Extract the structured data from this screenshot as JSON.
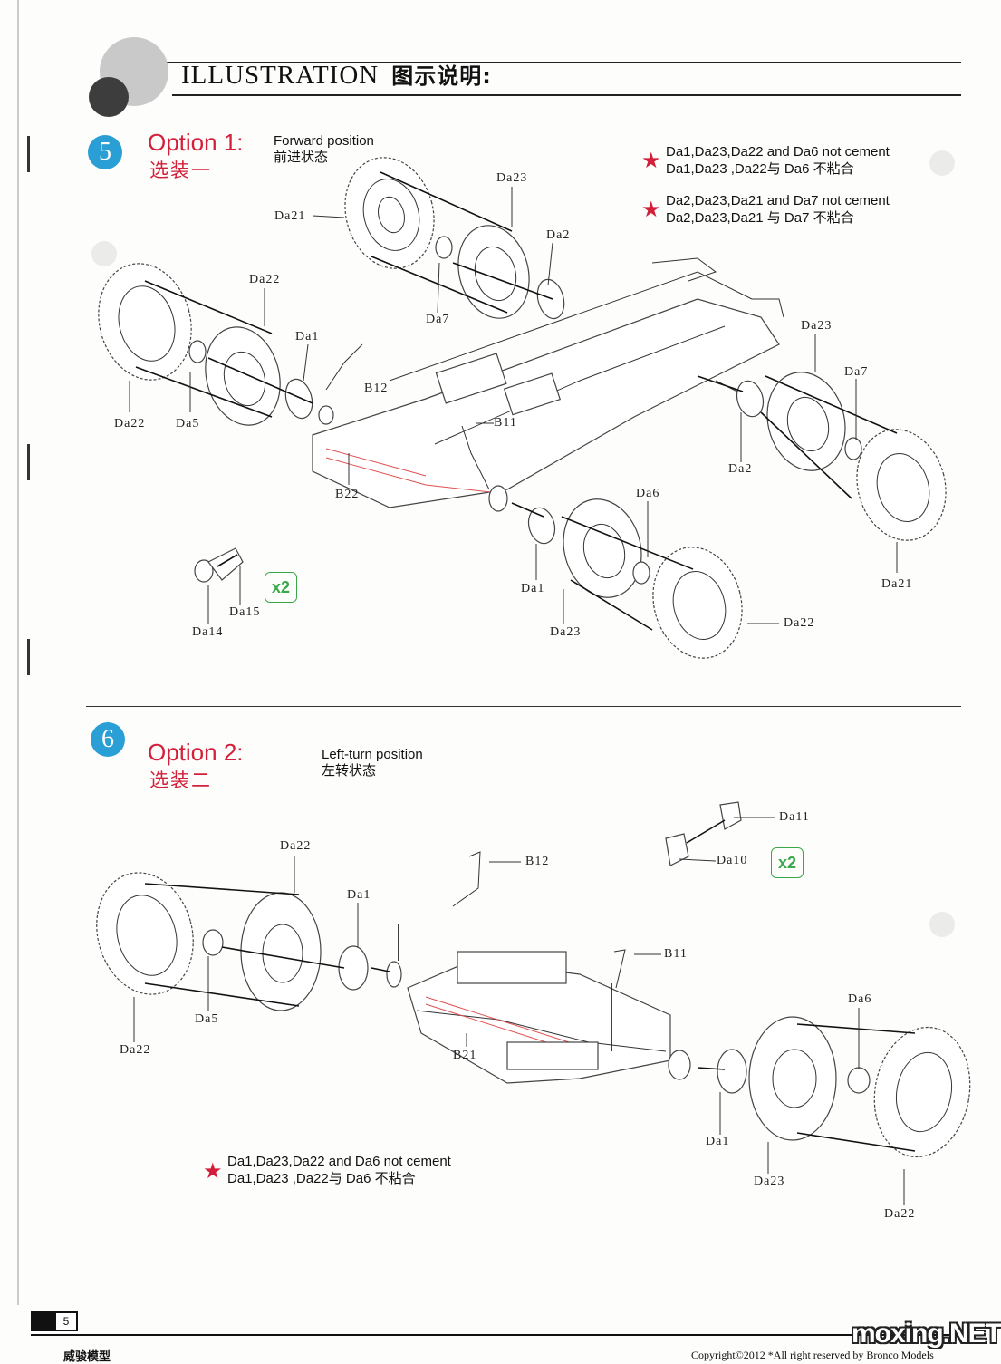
{
  "header": {
    "title": "ILLUSTRATION",
    "title_zh": "图示说明:"
  },
  "step5": {
    "number": "5",
    "option_title": "Option 1:",
    "option_zh": "选装一",
    "position_en": "Forward position",
    "position_zh": "前进状态",
    "notes": [
      {
        "en": "Da1,Da23,Da22 and Da6 not cement",
        "zh": "Da1,Da23 ,Da22与 Da6 不粘合"
      },
      {
        "en": "Da2,Da23,Da21 and Da7 not cement",
        "zh": "Da2,Da23,Da21 与 Da7 不粘合"
      }
    ],
    "quantity": "x2",
    "parts": {
      "da23_top": "Da23",
      "da21_top": "Da21",
      "da2_top": "Da2",
      "da7_top": "Da7",
      "da22_left": "Da22",
      "da1_left": "Da1",
      "b12": "B12",
      "da22_left_bottom": "Da22",
      "da5": "Da5",
      "b11": "B11",
      "b22": "B22",
      "da23_right": "Da23",
      "da7_right": "Da7",
      "da2_right": "Da2",
      "da21_right": "Da21",
      "da6": "Da6",
      "da1_bottom": "Da1",
      "da23_bottom": "Da23",
      "da22_bottom": "Da22",
      "da15": "Da15",
      "da14": "Da14"
    }
  },
  "step6": {
    "number": "6",
    "option_title": "Option 2:",
    "option_zh": "选装二",
    "position_en": "Left-turn position",
    "position_zh": "左转状态",
    "note": {
      "en": "Da1,Da23,Da22 and Da6 not cement",
      "zh": "Da1,Da23 ,Da22与 Da6 不粘合"
    },
    "quantity": "x2",
    "parts": {
      "da11": "Da11",
      "da10": "Da10",
      "da22_top": "Da22",
      "b12": "B12",
      "da1_top": "Da1",
      "b11": "B11",
      "da5": "Da5",
      "da22_left": "Da22",
      "b21": "B21",
      "da6": "Da6",
      "da1_bottom": "Da1",
      "da23_bottom": "Da23",
      "da22_right": "Da22"
    }
  },
  "footer": {
    "page_number": "5",
    "left_text": "威骏模型",
    "copyright": "Copyright©2012 *All right reserved by Bronco Models",
    "watermark": "moxing.NET"
  },
  "colors": {
    "accent_red": "#d3203a",
    "step_blue": "#2a9fd6",
    "qty_green": "#3aa84a"
  },
  "icons": [
    "red-star-icon",
    "step-number-badge"
  ]
}
